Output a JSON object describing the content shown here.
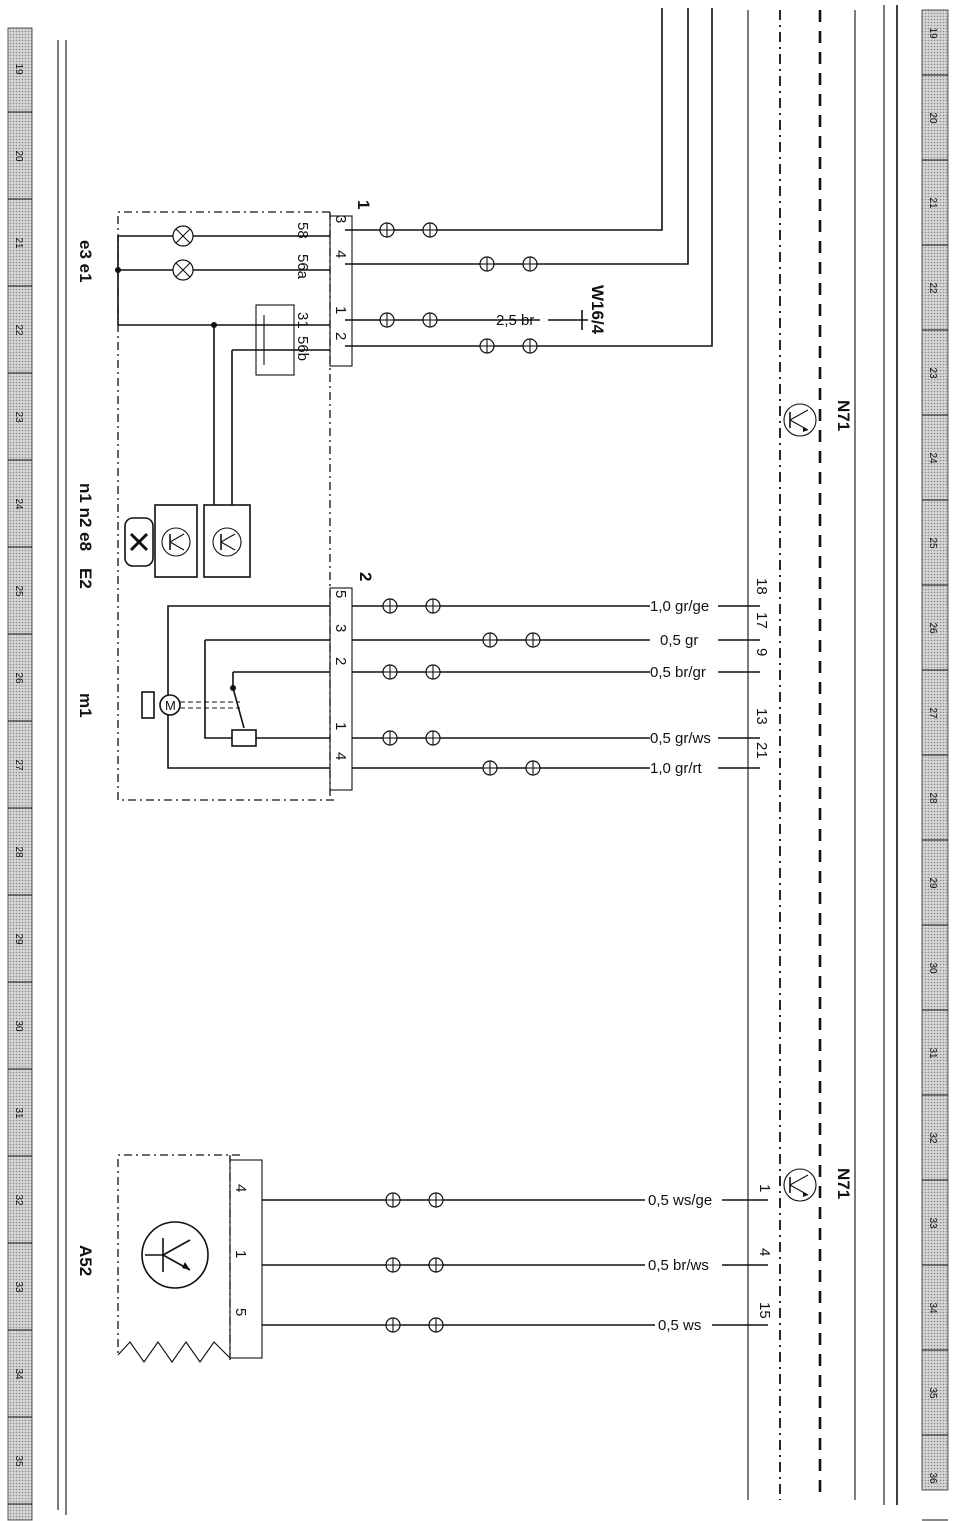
{
  "ruler": {
    "numbers": [
      "19",
      "20",
      "21",
      "22",
      "23",
      "24",
      "25",
      "26",
      "27",
      "28",
      "29",
      "30",
      "31",
      "32",
      "33",
      "34",
      "35",
      "36"
    ]
  },
  "components": {
    "top_left_a": "e3 e1",
    "top_left_b": "n1 n2 e8",
    "top_left_c": "E2",
    "motor": "m1",
    "module": "A52",
    "connector_ref": "W16/4",
    "control_unit_top": "N71",
    "control_unit_bottom": "N71"
  },
  "connectors": {
    "c1_label": "1",
    "c2_label": "2",
    "c1_pins": [
      "3",
      "4",
      "1",
      "2"
    ],
    "c1_terminals": [
      "58",
      "56a",
      "31",
      "56b"
    ],
    "c2_pins": [
      "5",
      "3",
      "2",
      "1",
      "4"
    ],
    "a52_pins": [
      "4",
      "1",
      "5"
    ],
    "n71_top_pins": [
      "18",
      "17",
      "9",
      "13",
      "21"
    ],
    "n71_bottom_pins": [
      "1",
      "4",
      "15"
    ]
  },
  "wires": {
    "w_ground": "2,5 br",
    "w1": "1,0 gr/ge",
    "w2": "0,5 gr",
    "w3": "0,5 br/gr",
    "w4": "0,5 gr/ws",
    "w5": "1,0 gr/rt",
    "w6": "0,5 ws/ge",
    "w7": "0,5 br/ws",
    "w8": "0,5 ws"
  }
}
